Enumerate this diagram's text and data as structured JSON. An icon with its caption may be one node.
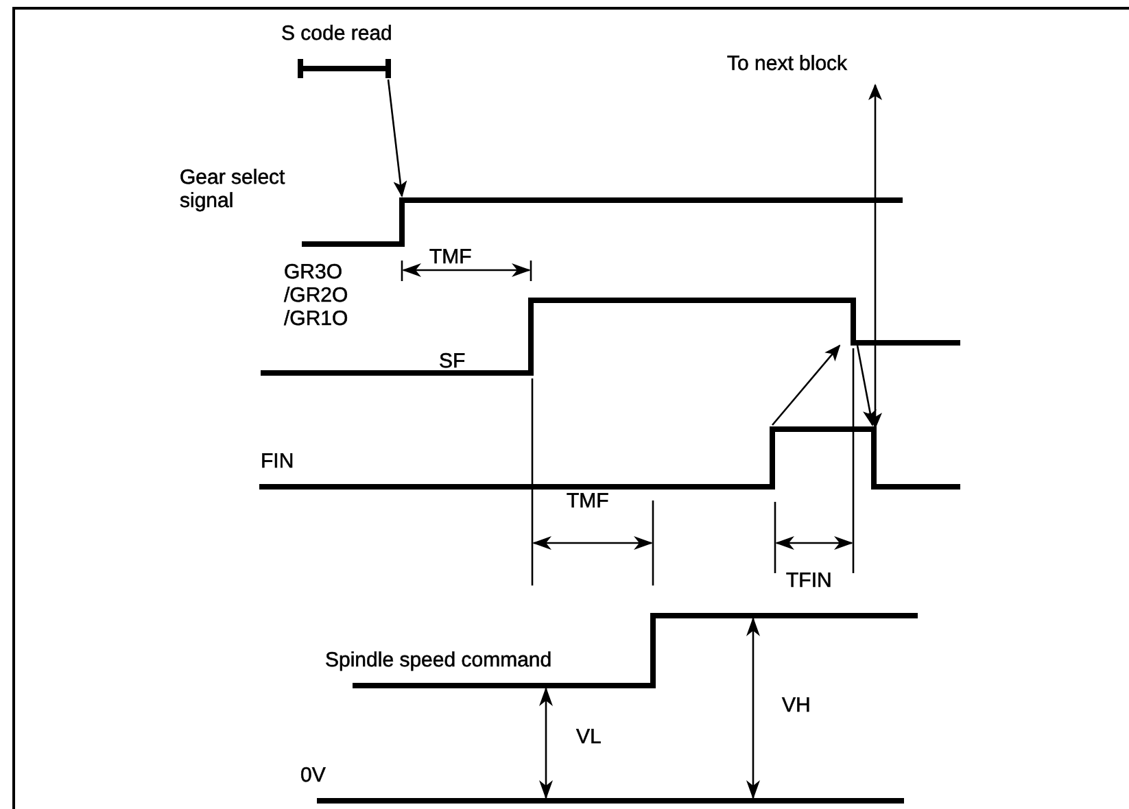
{
  "diagram": {
    "nodes": [
      {
        "text": [],
        "shape": "bar",
        "beside": [
          "S code read"
        ]
      },
      {
        "text": [],
        "shape": "waveform",
        "beside": [
          "Gear select signal"
        ]
      },
      {
        "text": [
          "SF"
        ]
      },
      {
        "text": [
          "FIN"
        ]
      },
      {
        "text": [
          "Spindle speed command"
        ]
      }
    ],
    "edges": [
      {
        "from": 0,
        "to": 1,
        "arrow": "to"
      },
      {
        "from": 3,
        "to": 2,
        "arrow": "to"
      },
      {
        "from": 2,
        "to": 3,
        "arrow": "to"
      }
    ],
    "labels": [
      "To next block",
      "GR3O /GR2O /GR1O",
      "TMF",
      "TMF",
      "TFIN",
      "VL",
      "VH",
      "0V"
    ]
  }
}
